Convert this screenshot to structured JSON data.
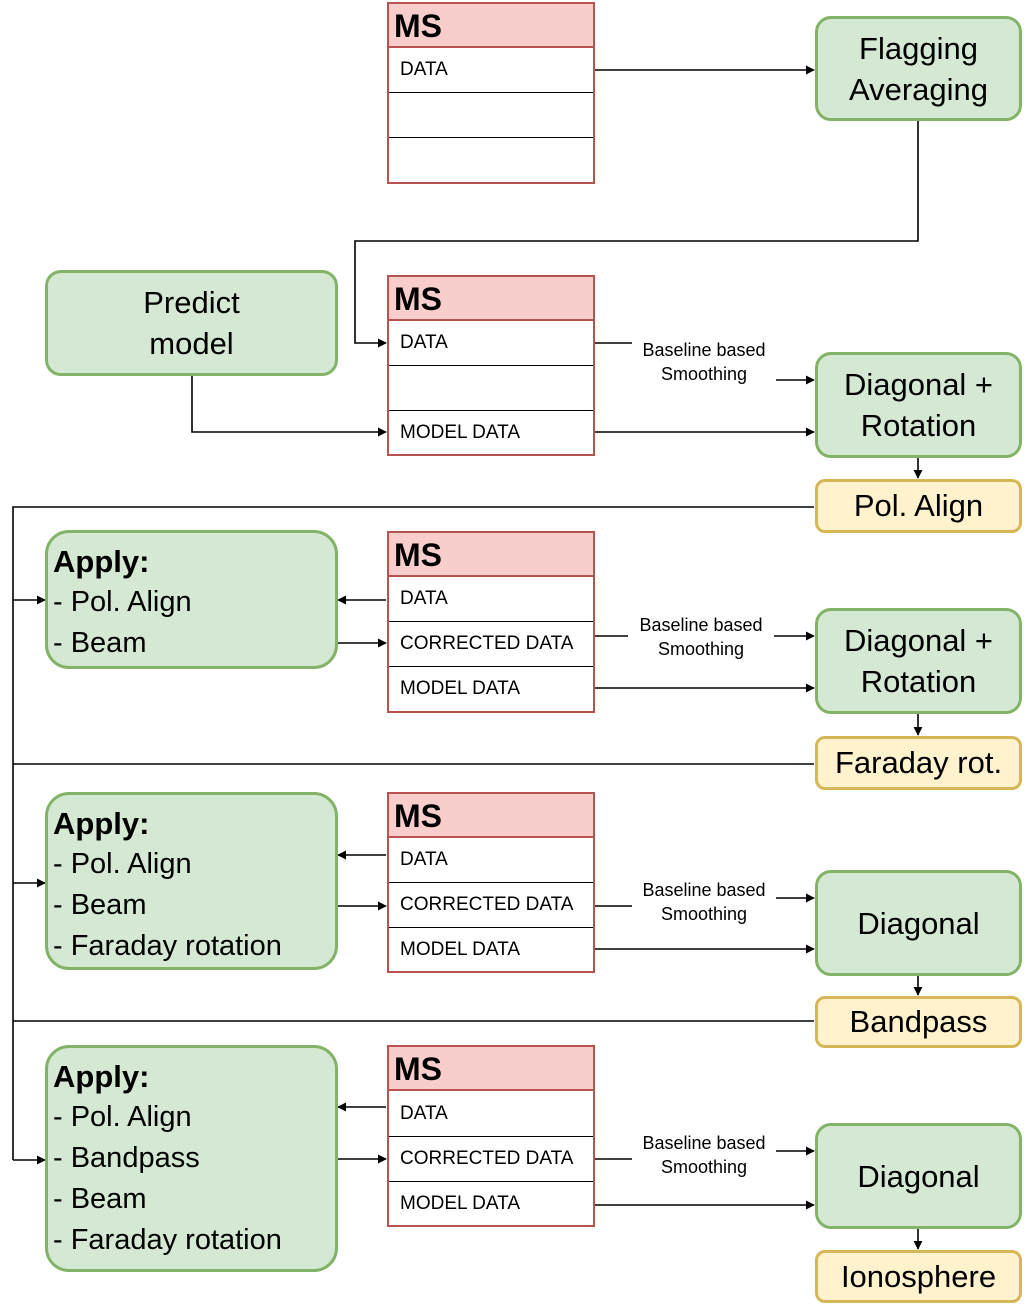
{
  "ms_header": "MS",
  "flagging": {
    "line1": "Flagging",
    "line2": "Averaging"
  },
  "predict": {
    "line1": "Predict",
    "line2": "model"
  },
  "smoothing": {
    "line1": "Baseline based",
    "line2": "Smoothing"
  },
  "ms_blocks": [
    {
      "rows": [
        "DATA",
        "",
        ""
      ]
    },
    {
      "rows": [
        "DATA",
        "",
        "MODEL DATA"
      ]
    },
    {
      "rows": [
        "DATA",
        "CORRECTED DATA",
        "MODEL DATA"
      ]
    },
    {
      "rows": [
        "DATA",
        "CORRECTED DATA",
        "MODEL DATA"
      ]
    },
    {
      "rows": [
        "DATA",
        "CORRECTED DATA",
        "MODEL DATA"
      ]
    }
  ],
  "solvers": [
    {
      "line1": "Diagonal +",
      "line2": "Rotation"
    },
    {
      "line1": "Diagonal +",
      "line2": "Rotation"
    },
    {
      "line1": "Diagonal",
      "line2": ""
    },
    {
      "line1": "Diagonal",
      "line2": ""
    }
  ],
  "solutions": [
    "Pol. Align",
    "Faraday rot.",
    "Bandpass",
    "Ionosphere"
  ],
  "apply_blocks": [
    {
      "title": "Apply:",
      "items": [
        "- Pol. Align",
        "- Beam"
      ]
    },
    {
      "title": "Apply:",
      "items": [
        "- Pol. Align",
        "- Beam",
        "- Faraday rotation"
      ]
    },
    {
      "title": "Apply:",
      "items": [
        "- Pol. Align",
        "- Bandpass",
        "- Beam",
        "- Faraday rotation"
      ]
    }
  ]
}
